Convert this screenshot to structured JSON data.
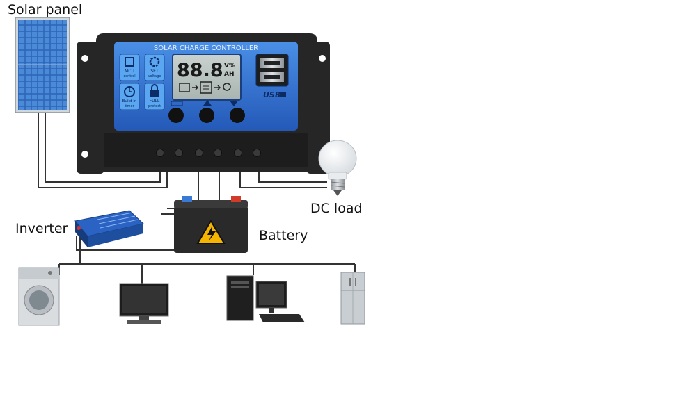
{
  "labels": {
    "solar_panel": "Solar panel",
    "dc_load": "DC load",
    "inverter": "Inverter",
    "battery": "Battery"
  },
  "controller": {
    "title": "SOLAR CHARGE CONTROLLER",
    "lcd_digits": "88.8",
    "lcd_unit_top": "V%",
    "lcd_unit_bottom": "AH",
    "usb_label": "USB",
    "features": [
      {
        "label1": "MCU",
        "label2": "control"
      },
      {
        "label1": "SET",
        "label2": "voltage"
      },
      {
        "label1": "Build-in",
        "label2": "timer"
      },
      {
        "label1": "FULL",
        "label2": "protect"
      }
    ]
  },
  "colors": {
    "controller_blue": "#2f6fd0",
    "controller_body": "#262626",
    "wire": "#333333",
    "panel_cell": "#3f7fd0",
    "inverter_blue": "#2a63c4",
    "warning_yellow": "#f5b400"
  }
}
